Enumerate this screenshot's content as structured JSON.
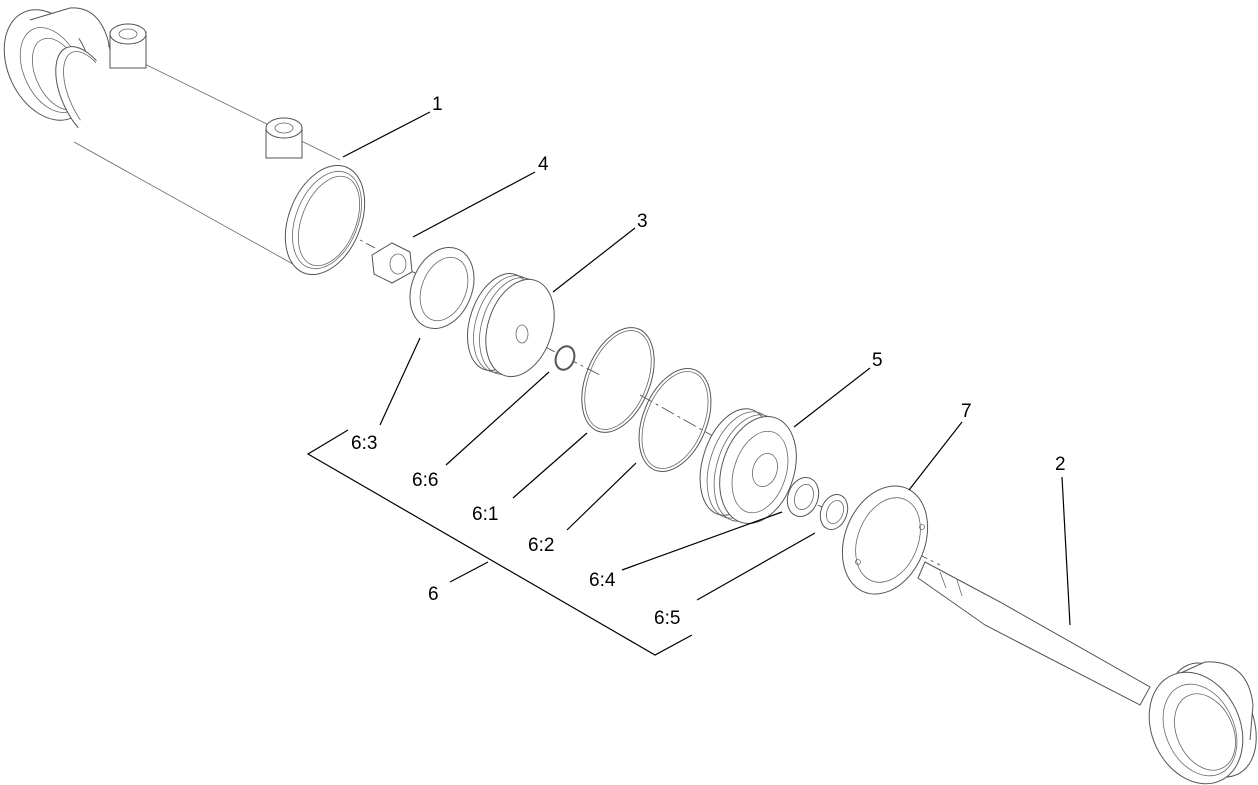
{
  "diagram": {
    "type": "exploded-parts-view",
    "subject": "hydraulic cylinder assembly",
    "background": "#ffffff",
    "line_color": "#000000",
    "callouts": [
      {
        "id": "1",
        "label": "1",
        "part": "barrel"
      },
      {
        "id": "2",
        "label": "2",
        "part": "rod"
      },
      {
        "id": "3",
        "label": "3",
        "part": "piston"
      },
      {
        "id": "4",
        "label": "4",
        "part": "nut"
      },
      {
        "id": "5",
        "label": "5",
        "part": "head"
      },
      {
        "id": "7",
        "label": "7",
        "part": "collar"
      },
      {
        "id": "6",
        "label": "6",
        "part": "seal-kit"
      },
      {
        "id": "6-1",
        "label": "6:1",
        "part": "seal-ring"
      },
      {
        "id": "6-2",
        "label": "6:2",
        "part": "seal-ring"
      },
      {
        "id": "6-3",
        "label": "6:3",
        "part": "seal-ring"
      },
      {
        "id": "6-4",
        "label": "6:4",
        "part": "seal"
      },
      {
        "id": "6-5",
        "label": "6:5",
        "part": "wiper"
      },
      {
        "id": "6-6",
        "label": "6:6",
        "part": "o-ring"
      }
    ]
  },
  "labels": {
    "c1": "1",
    "c2": "2",
    "c3": "3",
    "c4": "4",
    "c5": "5",
    "c6": "6",
    "c7": "7",
    "c61": "6:1",
    "c62": "6:2",
    "c63": "6:3",
    "c64": "6:4",
    "c65": "6:5",
    "c66": "6:6"
  }
}
